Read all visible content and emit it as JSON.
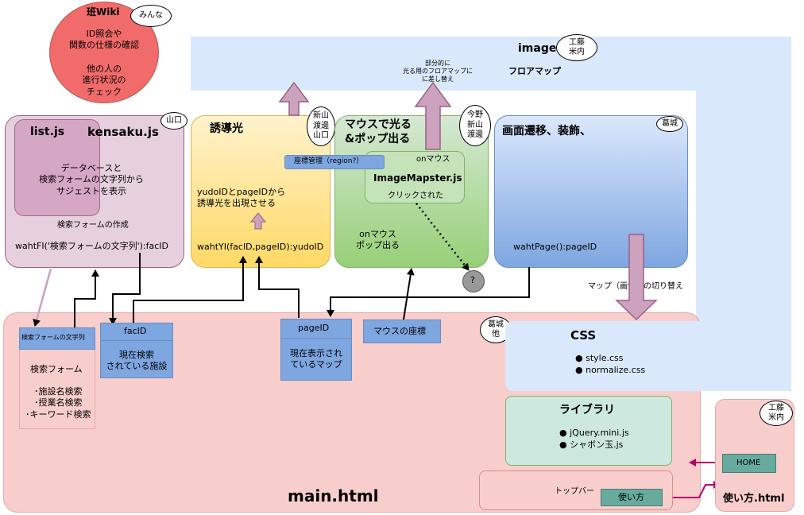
{
  "han_wiki": {
    "title": "班Wiki",
    "line1": "ID照会や\n関数の仕様の確認",
    "line2": "他の人の\n進行状況の\nチェック",
    "tag": "みんな"
  },
  "image_area": {
    "title": "image",
    "subtitle": "フロアマップ",
    "tag": "工藤\n米内"
  },
  "kensaku": {
    "title": "kensaku.js",
    "tag": "山口",
    "list_title": "list.js",
    "list_desc": "データベースと\n検索フォームの文字列から\nサジェストを表示",
    "form_create": "検索フォームの作成",
    "func": "wahtFI('検索フォームの文字列'):facID"
  },
  "yudoko": {
    "title": "誘導光",
    "tag": "新山\n渡邊\n山口",
    "desc": "yudoIDとpageIDから\n誘導光を出現させる",
    "func": "wahtYI(facID,pageID):yudoID",
    "zahyo": "座標管理（region?）"
  },
  "mouse": {
    "title": "マウスで光る\n&ポップ出る",
    "tag": "今野\n新山\n渡邊",
    "onmouse": "onマウス",
    "lib": "ImageMapster.js",
    "click": "クリックされた",
    "pop": "onマウス\nポップ出る",
    "note": "部分的に\n光る用のフロアマップに\nに差し替え",
    "question": "?"
  },
  "gamen": {
    "title": "画面遷移、装飾、",
    "tag": "葛城",
    "func": "wahtPage():pageID",
    "switch_label": "マップ（画像）の切り替え"
  },
  "main": {
    "title": "main.html",
    "search_str": "検索フォームの文字列",
    "search_form": "検索フォーム",
    "search_items": "･施設名検索\n･授業名検索\n･キーワード検索",
    "facid_label": "facID",
    "facid_desc": "現在検索\nされている施設",
    "pageid_label": "pageID",
    "pageid_desc": "現在表示され\nているマップ",
    "mouse_coord": "マウスの座標",
    "tag": "葛城\n他",
    "css_title": "CSS",
    "css_items": [
      "style.css",
      "normalize.css"
    ],
    "lib_title": "ライブラリ",
    "lib_items": [
      "jQuery.mini.js",
      "シャボン玉.js"
    ],
    "topbar": "トップバー",
    "usage_btn": "使い方"
  },
  "usage": {
    "title": "使い方.html",
    "tag": "工藤\n米内",
    "home": "HOME"
  },
  "colors": {
    "wiki": "#f26b6b",
    "image_bg": "#dae8fc",
    "pink_main": "#f8cecc",
    "kensaku": "#e6d0de",
    "yudo": "#ffe599",
    "mouse": "#97d077",
    "gamen": "#7ea6e0",
    "blue_box": "#7ea6e0",
    "green_box": "#cde8de",
    "teal_btn": "#67ab9f",
    "purple_arrow": "#cda2be",
    "link": "#b5006b"
  }
}
